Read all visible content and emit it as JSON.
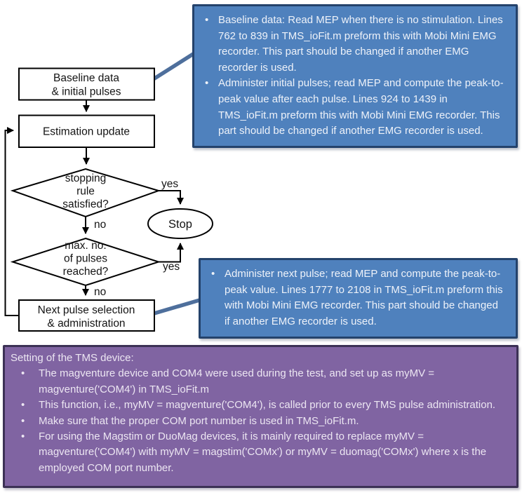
{
  "glyphs": {
    "bullet": "•"
  },
  "colors": {
    "callout_fill": "#4f81bd",
    "callout_border": "#24426b",
    "callout_text": "#eef2f9",
    "connector_line": "#4e6f9c",
    "tms_fill": "#8064a2",
    "tms_border": "#3c3155",
    "tms_text": "#ece6f2",
    "flowchart_stroke": "#000000"
  },
  "flow": {
    "baseline": [
      "Baseline data",
      "& initial pulses"
    ],
    "estimation": "Estimation update",
    "diamond1": [
      "stopping",
      "rule",
      "satisfied?"
    ],
    "diamond2": [
      "max. no.",
      "of pulses",
      "reached?"
    ],
    "next_pulse": [
      "Next pulse selection",
      "& administration"
    ],
    "stop": "Stop",
    "yes": "yes",
    "no": "no"
  },
  "callout_top": {
    "bullets": [
      "Baseline data: Read MEP when there is no stimulation. Lines 762 to 839 in TMS_ioFit.m preform this with Mobi Mini EMG recorder. This part should be changed if another EMG recorder is used.",
      "Administer initial pulses; read MEP and compute the peak-to-peak value after each pulse. Lines 924 to 1439 in TMS_ioFit.m preform this with Mobi Mini EMG recorder. This part should be changed if another EMG recorder is used."
    ]
  },
  "callout_mid": {
    "bullets": [
      "Administer next pulse; read MEP and compute the peak-to-peak value. Lines 1777 to 2108 in TMS_ioFit.m preform this with Mobi Mini EMG recorder. This part should be changed if another EMG recorder is used."
    ]
  },
  "tms_box": {
    "title": "Setting of the TMS device:",
    "bullets": [
      "The magventure device and COM4 were used during the test, and set up as myMV = magventure('COM4') in TMS_ioFit.m",
      "This function, i.e., myMV = magventure('COM4'), is called prior to every TMS pulse administration.",
      "Make sure that the proper COM port number is used in TMS_ioFit.m.",
      "For using the Magstim or DuoMag devices, it is mainly required to replace myMV = magventure('COM4') with myMV = magstim('COMx') or myMV = duomag('COMx') where x is the employed COM port number."
    ]
  }
}
